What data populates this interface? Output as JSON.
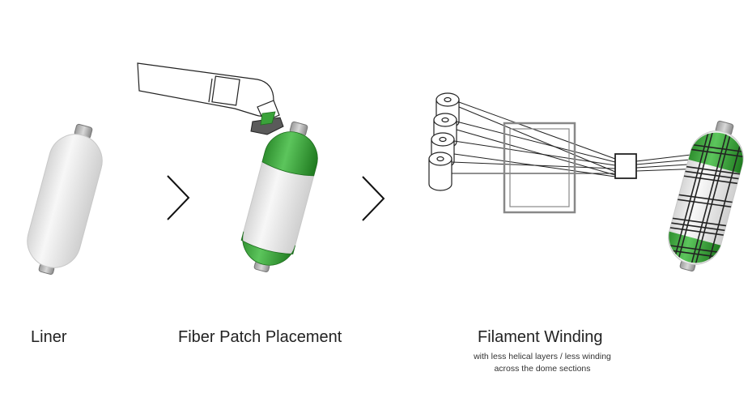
{
  "steps": [
    {
      "label": "Liner"
    },
    {
      "label": "Fiber Patch Placement"
    },
    {
      "label": "Filament Winding",
      "note_line1": "with less helical layers / less winding",
      "note_line2": "across the dome sections"
    }
  ],
  "icons": {
    "arrow": "chevron-right-icon",
    "vessel": "pressure-vessel-icon",
    "robot": "robot-arm-icon",
    "spool": "fiber-spool-icon",
    "guide": "fiber-guide-icon",
    "eye": "delivery-eye-icon"
  },
  "colors": {
    "liner": "#ebebeb",
    "patch_green": "#3aa23a",
    "line": "#222222",
    "box": "#888888"
  }
}
